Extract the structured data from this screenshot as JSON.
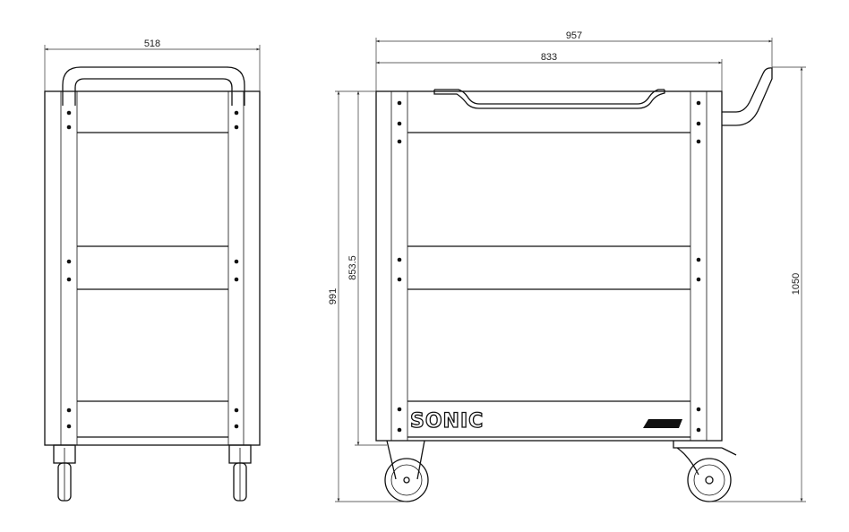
{
  "dimensions": {
    "front_width": "518",
    "side_total_length": "957",
    "side_body_length": "833",
    "side_total_height": "991",
    "side_body_height": "853.5",
    "handle_height": "1050"
  },
  "brand": {
    "logo_text": "SONIC"
  }
}
